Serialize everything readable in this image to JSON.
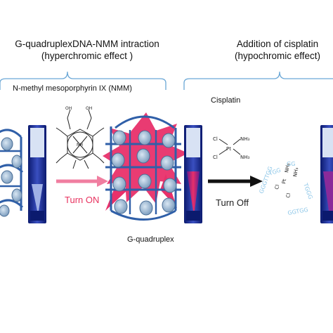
{
  "left_header": {
    "line1": "G-quadruplexDNA-NMM intraction",
    "line2": "(hyperchromic effect )"
  },
  "right_header": {
    "line1": "Addition of cisplatin",
    "line2": "(hypochromic effect)"
  },
  "nmm_label": "N-methyl mesoporphyrin IX (NMM)",
  "cisplatin_label": "Cisplatin",
  "turn_on_label": "Turn ON",
  "turn_off_label": "Turn Off",
  "gquad_label": "G-quadruplex",
  "colors": {
    "bracket": "#6aa7d6",
    "pink": "#e8306a",
    "navy": "#1a2a8c",
    "tetrad": "#2f5fa8",
    "guanine": "#a9c4dc",
    "faded_text": "#8cc6e8"
  }
}
